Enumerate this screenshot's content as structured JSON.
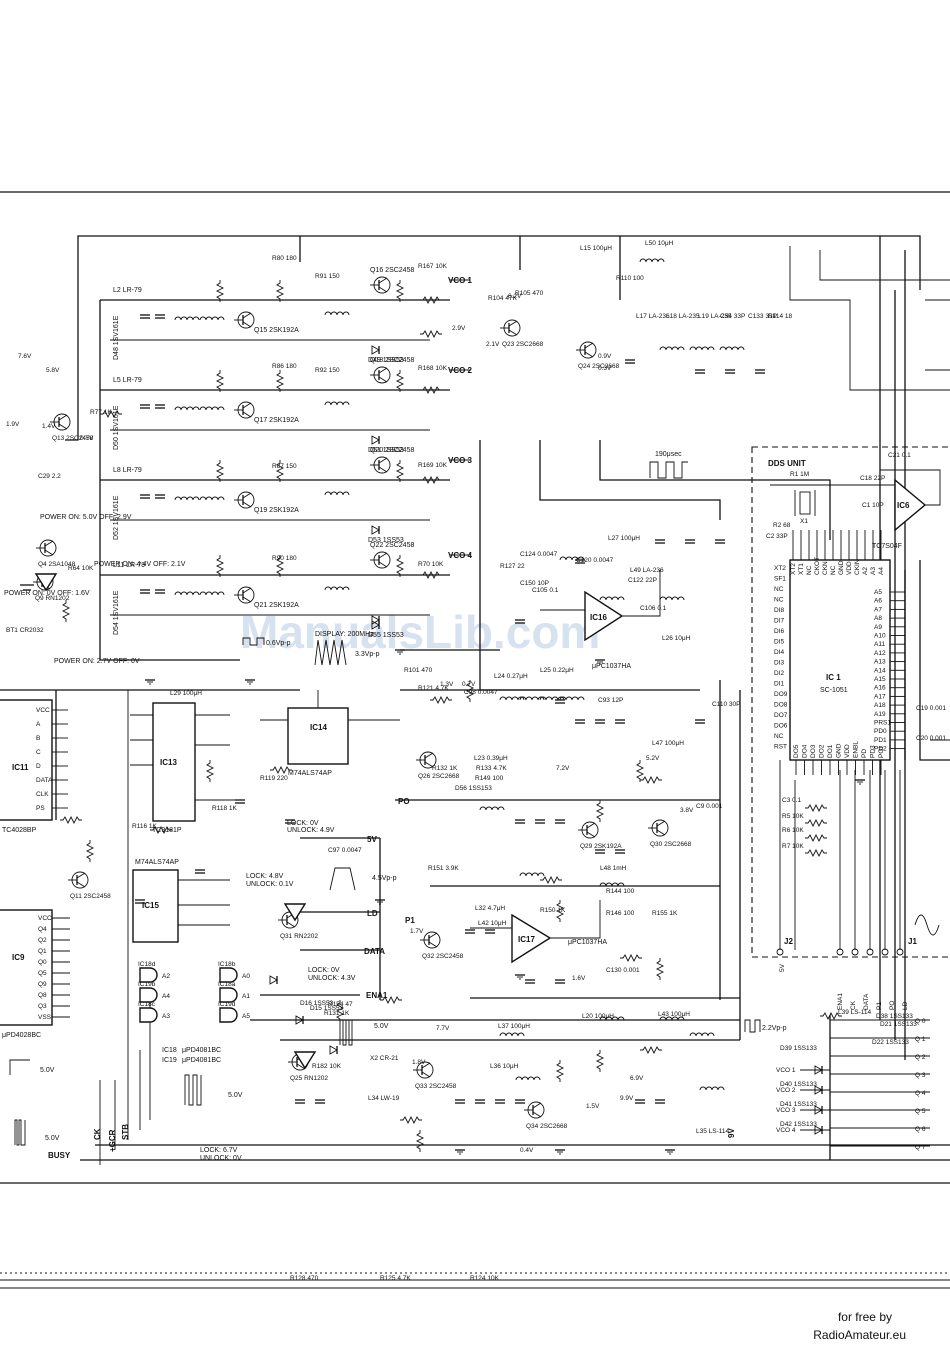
{
  "watermark": "ManualsLib.com",
  "credit": {
    "line1": "for free by",
    "line2": "RadioAmateur.eu"
  },
  "dds_unit": {
    "title": "DDS UNIT",
    "ic1": {
      "ref": "IC 1",
      "part": "SC-1051"
    },
    "ic6": {
      "ref": "IC6",
      "part": "TC7S04F"
    },
    "left_pins": [
      "XT2",
      "SF1",
      "NC",
      "NC",
      "DI8",
      "DI7",
      "DI6",
      "DI5",
      "DI4",
      "DI3",
      "DI2",
      "DI1",
      "DO9",
      "DO8",
      "DO7",
      "DO6",
      "NC",
      "RST"
    ],
    "right_pins": [
      "A5",
      "A6",
      "A7",
      "A8",
      "A9",
      "A10",
      "A11",
      "A12",
      "A13",
      "A14",
      "A15",
      "A16",
      "A17",
      "A18",
      "A19",
      "PRS1",
      "PD0",
      "PD1",
      "PD2"
    ],
    "top_pins": [
      "XT2",
      "XT1",
      "NC",
      "CKOT",
      "CKN",
      "NC",
      "GND",
      "VDD",
      "CKIN",
      "A2",
      "A3",
      "A4"
    ],
    "bottom_pins": [
      "DO5",
      "DO4",
      "DO3",
      "DO2",
      "DO1",
      "GND",
      "VDD",
      "ENBL",
      "PD",
      "PD3",
      "POI"
    ],
    "parts": [
      "R1 1M",
      "X1",
      "C1 10P",
      "C18 22P",
      "C21 0.1",
      "C2 33P",
      "R2 68",
      "C3 0.1",
      "R5 10K",
      "R6 10K",
      "R7 10K",
      "C19 0.001",
      "C20 0.001"
    ],
    "connector_j2": "J2",
    "connector_j1": "J1",
    "j2_pins": [
      "5V"
    ],
    "j1_pins": [
      "ENA1",
      "CK",
      "DATA",
      "P1",
      "PO",
      "LD"
    ],
    "timing": "190μsec"
  },
  "vco_rows": [
    {
      "label": "VCO 1",
      "fet": "Q15 2SK192A",
      "amp": "Q16 2SC2458",
      "diode": "D49 1SS53",
      "coil": "L2 LR-79",
      "varicap": "D48 1SV161E"
    },
    {
      "label": "VCO 2",
      "fet": "Q17 2SK192A",
      "amp": "Q18 2SC2458",
      "diode": "D51 1SS53",
      "coil": "L5 LR-79",
      "varicap": "D50 1SV161E"
    },
    {
      "label": "VCO 3",
      "fet": "Q19 2SK192A",
      "amp": "Q20 2SC2458",
      "diode": "D53 1SS53",
      "coil": "L8 LR-79",
      "varicap": "D52 1SV161E"
    },
    {
      "label": "VCO 4",
      "fet": "Q21 2SK192A",
      "amp": "Q22 2SC2458",
      "diode": "D55 1SS53",
      "coil": "L11 LR-79",
      "varicap": "D54 1SV161E"
    }
  ],
  "ics": [
    {
      "ref": "IC11",
      "part": "TC4028BP"
    },
    {
      "ref": "IC13",
      "part": "TC9181P"
    },
    {
      "ref": "IC14",
      "part": "M74ALS74AP"
    },
    {
      "ref": "IC15",
      "part": "M74ALS74AP"
    },
    {
      "ref": "IC9",
      "part": "μPD4028BC"
    },
    {
      "ref": "IC16",
      "part": "μPC1037HA"
    },
    {
      "ref": "IC17",
      "part": "μPC1037HA"
    },
    {
      "ref": "IC18",
      "part": "μPD4081BC"
    },
    {
      "ref": "IC19",
      "part": "μPD4081BC"
    }
  ],
  "gate_labels": [
    "IC18d",
    "IC19b",
    "IC18c",
    "IC18b",
    "IC18a",
    "IC19d"
  ],
  "gate_pins": [
    "A2",
    "A4",
    "A3",
    "A0",
    "A1",
    "A5"
  ],
  "ic9_pins": [
    "VCC",
    "Q4",
    "Q2",
    "Q1",
    "Q0",
    "Q5",
    "Q9",
    "Q8",
    "Q3",
    "VSS"
  ],
  "ic11_pins": [
    "VCC",
    "A",
    "B",
    "C",
    "D",
    "DATA",
    "CLK",
    "PS"
  ],
  "transistors": [
    "Q13 2SC2458",
    "Q23 2SC2668",
    "Q24 2SC2668",
    "Q26 2SC2668",
    "Q29 2SK192A",
    "Q30 2SC2668",
    "Q32 2SC2458",
    "Q33 2SC2458",
    "Q34 2SC2668",
    "Q11 2SC2458",
    "Q25 RN1202",
    "Q31 RN2202",
    "Q9 RN1202",
    "Q4 2SA1048"
  ],
  "signals": [
    "5V",
    "LD",
    "DATA",
    "ENA1",
    "PO",
    "P1",
    "CK",
    "STB",
    "BUSY",
    "+GCR",
    "9V",
    "VCO 1",
    "VCO 2",
    "VCO 3",
    "VCO 4",
    "Q 0",
    "Q 1",
    "Q 2",
    "Q 3",
    "Q 4",
    "Q 5",
    "Q 6",
    "Q 7"
  ],
  "voltages": [
    "7.6V",
    "5.8V",
    "1.9V",
    "1.4V",
    "0.7V",
    "2.9V",
    "6.2V",
    "0.9V",
    "0.3V",
    "2.1V",
    "1.3V",
    "0.7V",
    "7.2V",
    "5.2V",
    "3.8V",
    "1.8V",
    "0.4V",
    "1.5V",
    "6.9V",
    "7.7V",
    "1.7V",
    "1.6V",
    "9.9V"
  ],
  "annotations": {
    "display": "DISPLAY: 200MHz",
    "vpp": "3.3Vp-p",
    "vpp2": "0.6Vp-p",
    "vpp3": "4.5Vp-p",
    "vpp4": "2.2Vp-p",
    "lock1": "LOCK: 0V",
    "unlock1": "UNLOCK: 4.9V",
    "lock2": "LOCK: 4.8V",
    "unlock2": "UNLOCK: 0.1V",
    "lock3": "LOCK: 0V",
    "unlock3": "UNLOCK: 4.3V",
    "lock4": "LOCK: 6.7V",
    "unlock4": "UNLOCK: 0V",
    "power1": "POWER ON: 5.0V OFF: 2.9V",
    "power2": "POWER ON: 4.4V OFF: 2.1V",
    "power3": "POWER ON: 0V OFF: 1.6V",
    "power4": "POWER ON: 2.7V OFF: 0V",
    "v50": "5.0V"
  },
  "parts": [
    "R80 180",
    "R86 180",
    "R87 150",
    "R90 180",
    "R167 10K",
    "R168 10K",
    "R169 10K",
    "R70 10K",
    "R91 150",
    "R92 150",
    "L15 100μH",
    "L50 10μH",
    "L17 LA-236",
    "L18 LA-235",
    "L19 LA-235",
    "C54 33P",
    "C133 33P",
    "R114 18",
    "R104 47K",
    "R105 470",
    "R110 100",
    "L27 100μH",
    "L47 100μH",
    "L48 1mH",
    "R144 100",
    "R146 100",
    "R155 1K",
    "C130 0.001",
    "C9 0.001",
    "C97 0.0047",
    "L29 100μH",
    "L20 100μH",
    "L43 100μH",
    "L37 100μH",
    "L36 10μH",
    "L35 LS-114",
    "L39 LS-114",
    "R182 10K",
    "R154 47",
    "R131 1K",
    "R132 1K",
    "R133 4.7K",
    "R149 100",
    "R150 1K",
    "R151 3.9K",
    "L32 4.7μH",
    "L42 10μH",
    "L23 0.39μH",
    "L24 0.27μH",
    "L25 0.22μH",
    "C98 0.0047",
    "C93 12P",
    "C110 30P",
    "R121 4.7K",
    "R101 470",
    "D56 1SS153",
    "D15 1SS53",
    "D16 1SS53",
    "D38 1SS133",
    "D39 1SS133",
    "D40 1SS133",
    "D41 1SS133",
    "D42 1SS133",
    "D21 1SS133",
    "D22 1SS133",
    "X2 CR-21",
    "L34 LW-19",
    "R119 220",
    "R118 1K",
    "R116 1K",
    "C29 2.2",
    "R77 1K",
    "R64 10K",
    "BT1 CR2032",
    "C120 0.0047",
    "C124 0.0047",
    "C105 0.1",
    "C106 0.1",
    "L26 10μH",
    "L49 LA-236",
    "C122 22P",
    "C150 10P",
    "R127 22",
    "R128 470",
    "R125 4.7K",
    "R124 10K"
  ]
}
